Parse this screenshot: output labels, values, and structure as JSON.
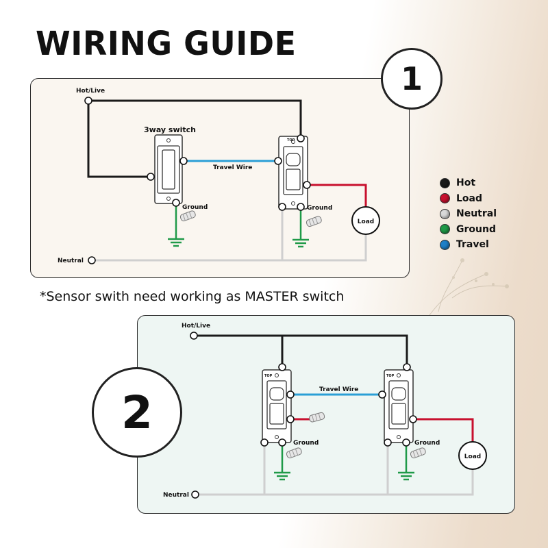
{
  "title": "WIRING GUIDE",
  "note": "*Sensor swith need working as MASTER switch",
  "diagram1": {
    "number": "1",
    "hot_live": "Hot/Live",
    "three_way_switch": "3way switch",
    "travel_wire": "Travel Wire",
    "ground_left": "Ground",
    "ground_right": "Ground",
    "load": "Load",
    "neutral": "Neutral",
    "sensor_top": "TOP"
  },
  "diagram2": {
    "number": "2",
    "hot_live": "Hot/Live",
    "travel_wire": "Travel Wire",
    "ground_left": "Ground",
    "ground_right": "Ground",
    "load": "Load",
    "neutral": "Neutral",
    "sensor_top_left": "TOP",
    "sensor_top_right": "TOP"
  },
  "legend": [
    {
      "label": "Hot",
      "color": "#1a1a1a"
    },
    {
      "label": "Load",
      "color": "#c8102e"
    },
    {
      "label": "Neutral",
      "color": "#d9d9d9"
    },
    {
      "label": "Ground",
      "color": "#1f9a48"
    },
    {
      "label": "Travel",
      "color": "#1f7fc7"
    }
  ],
  "colors": {
    "hot": "#1a1a1a",
    "load": "#c8102e",
    "neutral": "#cfcfcf",
    "ground": "#1f9a48",
    "travel": "#2a9fd6"
  }
}
